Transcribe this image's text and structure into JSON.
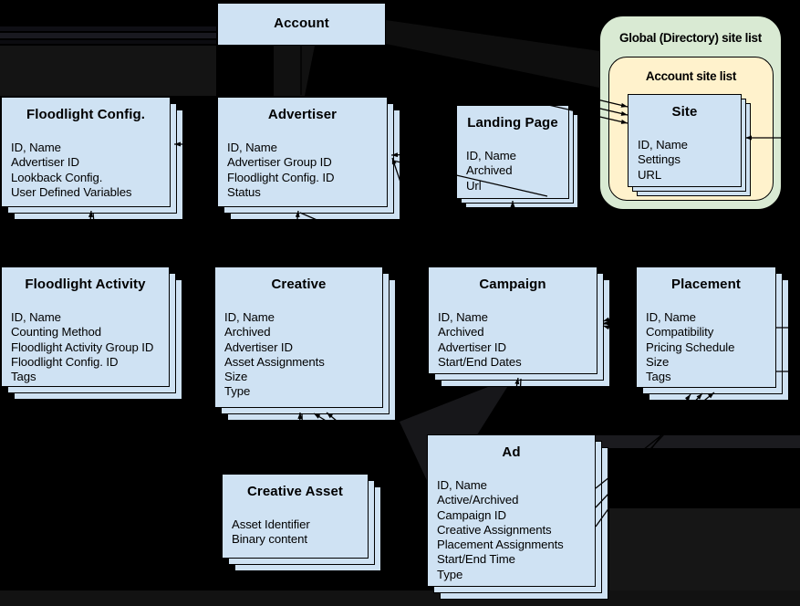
{
  "diagram": {
    "type": "entity-relationship",
    "background_color": "#000000",
    "entity_fill": "#cfe2f3",
    "border_color": "#000000",
    "connector_color": "#000000"
  },
  "groups": [
    {
      "id": "global-site-list",
      "label": "Global (Directory) site list",
      "fill": "#d9ead3"
    },
    {
      "id": "account-site-list",
      "label": "Account site list",
      "fill": "#fff2cc"
    }
  ],
  "entities": [
    {
      "id": "account",
      "title": "Account",
      "fields": []
    },
    {
      "id": "floodlight-config",
      "title": "Floodlight Config.",
      "fields": [
        "ID, Name",
        "Advertiser ID",
        "Lookback Config.",
        "User Defined Variables"
      ]
    },
    {
      "id": "advertiser",
      "title": "Advertiser",
      "fields": [
        "ID, Name",
        "Advertiser Group ID",
        "Floodlight Config. ID",
        "Status"
      ]
    },
    {
      "id": "landing-page",
      "title": "Landing Page",
      "fields": [
        "ID, Name",
        "Archived",
        "Url"
      ]
    },
    {
      "id": "site",
      "title": "Site",
      "fields": [
        "ID, Name",
        "Settings",
        "URL"
      ]
    },
    {
      "id": "floodlight-activity",
      "title": "Floodlight Activity",
      "fields": [
        "ID, Name",
        "Counting Method",
        "Floodlight Activity Group ID",
        "Floodlight Config. ID",
        "Tags"
      ]
    },
    {
      "id": "creative",
      "title": "Creative",
      "fields": [
        "ID, Name",
        "Archived",
        "Advertiser ID",
        "Asset Assignments",
        "Size",
        "Type"
      ]
    },
    {
      "id": "campaign",
      "title": "Campaign",
      "fields": [
        "ID, Name",
        "Archived",
        "Advertiser ID",
        "Start/End Dates"
      ]
    },
    {
      "id": "placement",
      "title": "Placement",
      "fields": [
        "ID, Name",
        "Compatibility",
        "Pricing Schedule",
        "Size",
        "Tags"
      ]
    },
    {
      "id": "creative-asset",
      "title": "Creative Asset",
      "fields": [
        "Asset Identifier",
        "Binary content"
      ]
    },
    {
      "id": "ad",
      "title": "Ad",
      "fields": [
        "ID, Name",
        "Active/Archived",
        "Campaign ID",
        "Creative Assignments",
        "Placement Assignments",
        "Start/End Time",
        "Type"
      ]
    }
  ]
}
